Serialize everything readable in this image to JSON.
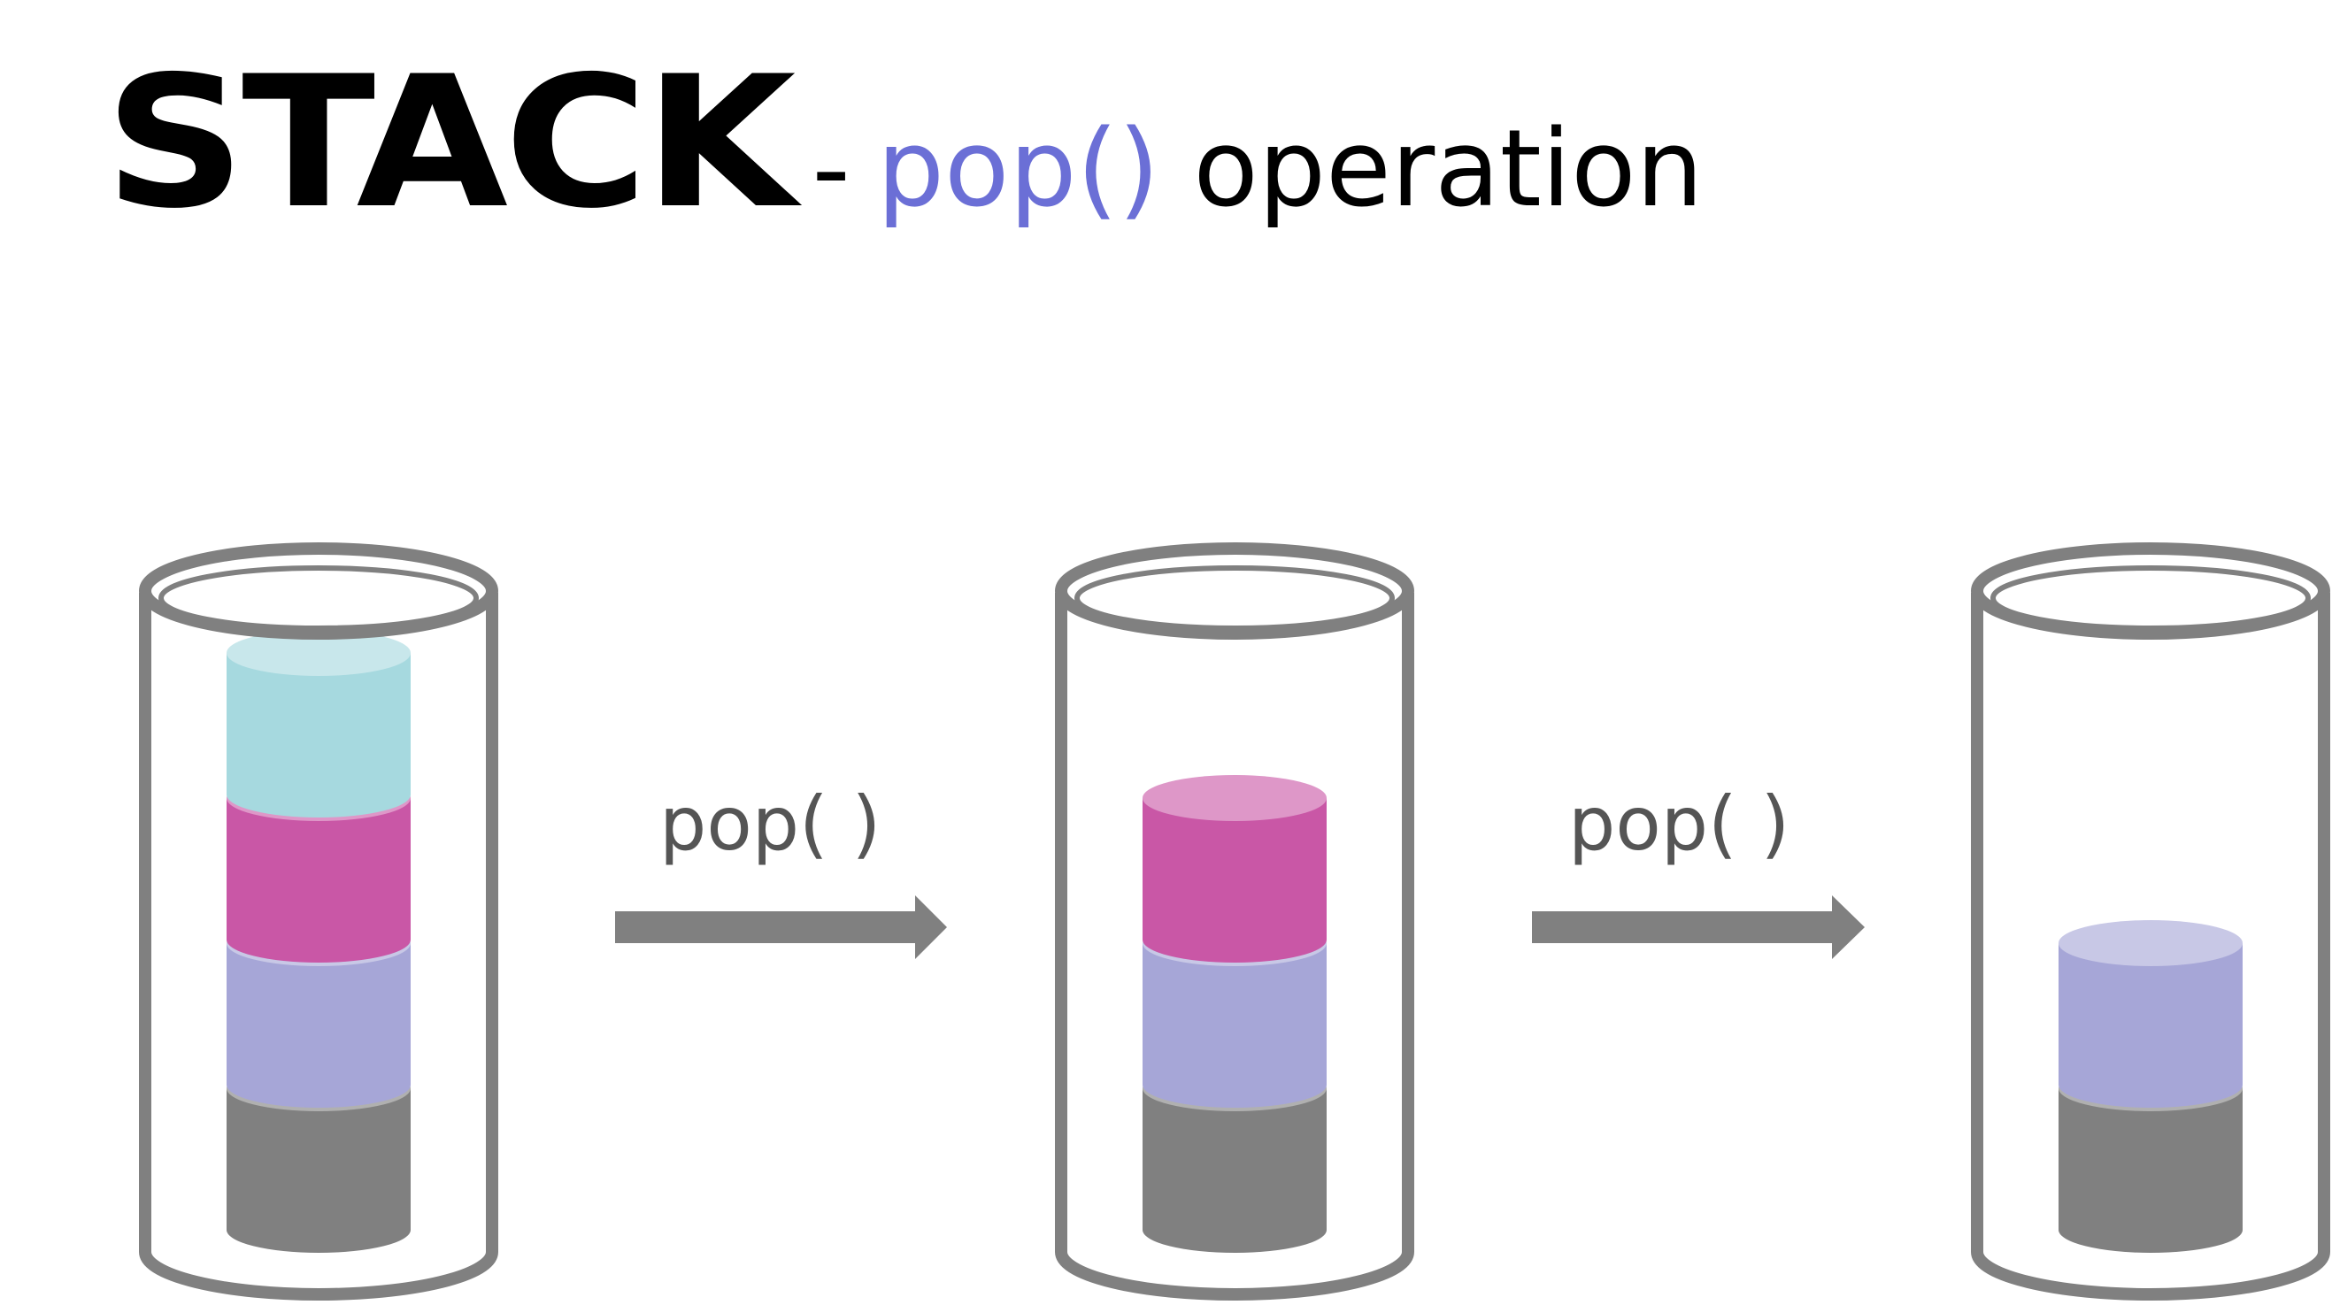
{
  "title": {
    "main": "STACK",
    "dash": "-",
    "function": "pop()",
    "rest": "operation"
  },
  "operations": [
    {
      "label": "pop(  )"
    },
    {
      "label": "pop(  )"
    }
  ],
  "colors": {
    "outline": "#808080",
    "title_accent": "#6b6fd6",
    "element_teal": "#a6d9df",
    "element_magenta": "#c957a6",
    "element_lavender": "#a6a6d7",
    "element_gray": "#808080",
    "label": "#555555"
  },
  "stacks": [
    {
      "elements": [
        "gray",
        "lavender",
        "magenta",
        "teal"
      ]
    },
    {
      "elements": [
        "gray",
        "lavender",
        "magenta"
      ]
    },
    {
      "elements": [
        "gray",
        "lavender"
      ]
    }
  ]
}
